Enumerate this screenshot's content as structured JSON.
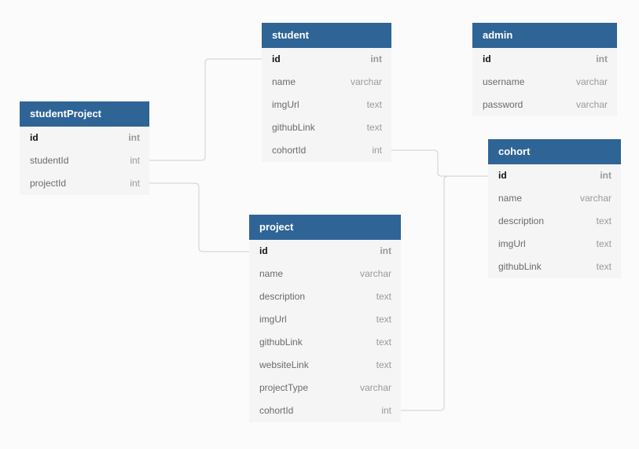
{
  "tables": {
    "student": {
      "title": "student",
      "columns": [
        {
          "name": "id",
          "type": "int"
        },
        {
          "name": "name",
          "type": "varchar"
        },
        {
          "name": "imgUrl",
          "type": "text"
        },
        {
          "name": "githubLink",
          "type": "text"
        },
        {
          "name": "cohortId",
          "type": "int"
        }
      ]
    },
    "admin": {
      "title": "admin",
      "columns": [
        {
          "name": "id",
          "type": "int"
        },
        {
          "name": "username",
          "type": "varchar"
        },
        {
          "name": "password",
          "type": "varchar"
        }
      ]
    },
    "studentProject": {
      "title": "studentProject",
      "columns": [
        {
          "name": "id",
          "type": "int"
        },
        {
          "name": "studentId",
          "type": "int"
        },
        {
          "name": "projectId",
          "type": "int"
        }
      ]
    },
    "cohort": {
      "title": "cohort",
      "columns": [
        {
          "name": "id",
          "type": "int"
        },
        {
          "name": "name",
          "type": "varchar"
        },
        {
          "name": "description",
          "type": "text"
        },
        {
          "name": "imgUrl",
          "type": "text"
        },
        {
          "name": "githubLink",
          "type": "text"
        }
      ]
    },
    "project": {
      "title": "project",
      "columns": [
        {
          "name": "id",
          "type": "int"
        },
        {
          "name": "name",
          "type": "varchar"
        },
        {
          "name": "description",
          "type": "text"
        },
        {
          "name": "imgUrl",
          "type": "text"
        },
        {
          "name": "githubLink",
          "type": "text"
        },
        {
          "name": "websiteLink",
          "type": "text"
        },
        {
          "name": "projectType",
          "type": "varchar"
        },
        {
          "name": "cohortId",
          "type": "int"
        }
      ]
    }
  },
  "colors": {
    "header_bg": "#2f6496",
    "header_text": "#ffffff",
    "table_bg": "#f5f5f5",
    "connector": "#cfcfcf",
    "canvas_bg": "#fbfbfb"
  }
}
